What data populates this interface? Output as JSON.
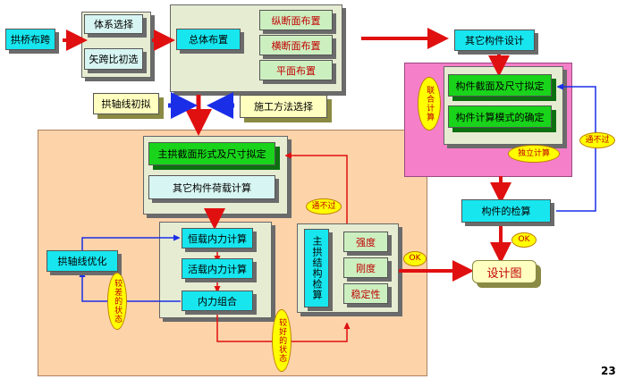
{
  "nodes": {
    "span_layout": "拱桥布跨",
    "system_select": "体系选择",
    "rise_span_ratio": "矢跨比初选",
    "general_layout": "总体布置",
    "longitudinal": "纵断面布置",
    "transverse": "横断面布置",
    "plan": "平面布置",
    "other_design": "其它构件设计",
    "arch_axis_draft": "拱轴线初拟",
    "construction_method": "施工方法选择",
    "member_section": "构件截面及尺寸拟定",
    "member_calc_mode": "构件计算模式的确定",
    "main_arch_section": "主拱截面形式及尺寸拟定",
    "other_load_calc": "其它构件荷载计算",
    "dead_load_force": "恒载内力计算",
    "live_load_force": "活载内力计算",
    "force_combination": "内力组合",
    "arch_axis_optimize": "拱轴线优化",
    "main_arch_check": "主拱结构检算",
    "strength": "强度",
    "stiffness": "刚度",
    "stability": "稳定性",
    "member_check": "构件的检算",
    "design_drawing": "设计图"
  },
  "labels": {
    "joint_calc": "联合计算",
    "independent_calc": "独立计算",
    "not_pass_right": "通不过",
    "not_pass_center": "通不过",
    "ok_right": "OK",
    "ok_center": "OK",
    "worse_state": "较差的状态",
    "better_state": "较好的状态"
  },
  "page_number": "23",
  "colors": {
    "cyan": "#17e6ef",
    "green": "#19d41a",
    "orange_panel": "#fdd3aa",
    "pink_panel": "#f57fc8",
    "arrow_red": "#e01010",
    "arrow_blue": "#1a2ee8"
  }
}
